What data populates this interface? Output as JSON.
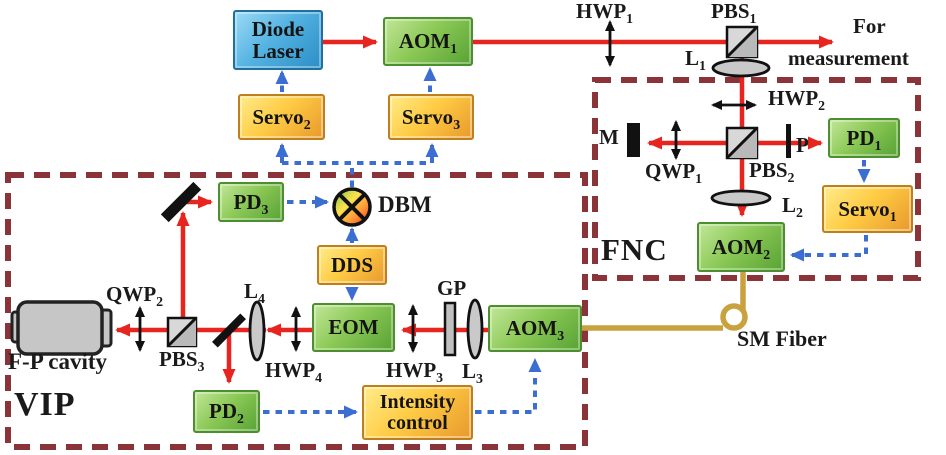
{
  "sections": {
    "vip_label": "VIP",
    "fnc_label": "FNC"
  },
  "components": {
    "diode_laser": {
      "line1": "Diode",
      "line2": "Laser"
    },
    "aom1": {
      "text": "AOM",
      "sub": "1"
    },
    "aom2": {
      "text": "AOM",
      "sub": "2"
    },
    "aom3": {
      "text": "AOM",
      "sub": "3"
    },
    "servo1": {
      "text": "Servo",
      "sub": "1"
    },
    "servo2": {
      "text": "Servo",
      "sub": "2"
    },
    "servo3": {
      "text": "Servo",
      "sub": "3"
    },
    "pd1": {
      "text": "PD",
      "sub": "1"
    },
    "pd2": {
      "text": "PD",
      "sub": "2"
    },
    "pd3": {
      "text": "PD",
      "sub": "3"
    },
    "eom": {
      "text": "EOM"
    },
    "dds": {
      "text": "DDS"
    },
    "intensity_control": {
      "line1": "Intensity",
      "line2": "control"
    }
  },
  "labels": {
    "hwp1": {
      "text": "HWP",
      "sub": "1"
    },
    "hwp2": {
      "text": "HWP",
      "sub": "2"
    },
    "hwp3": {
      "text": "HWP",
      "sub": "3"
    },
    "hwp4": {
      "text": "HWP",
      "sub": "4"
    },
    "qwp1": {
      "text": "QWP",
      "sub": "1"
    },
    "qwp2": {
      "text": "QWP",
      "sub": "2"
    },
    "pbs1": {
      "text": "PBS",
      "sub": "1"
    },
    "pbs2": {
      "text": "PBS",
      "sub": "2"
    },
    "pbs3": {
      "text": "PBS",
      "sub": "3"
    },
    "l1": {
      "text": "L",
      "sub": "1"
    },
    "l2": {
      "text": "L",
      "sub": "2"
    },
    "l3": {
      "text": "L",
      "sub": "3"
    },
    "l4": {
      "text": "L",
      "sub": "4"
    },
    "mirror_m": "M",
    "polarizer_p": "P",
    "gp": "GP",
    "dbm": "DBM",
    "fp_cavity": "F-P cavity",
    "sm_fiber": "SM Fiber",
    "for_measurement": {
      "line1": "For",
      "line2": "measurement"
    }
  },
  "colors": {
    "beam_red": "#e8241f",
    "signal_blue": "#3c6ed2",
    "section_border": "#8a3338",
    "fiber_gold": "#c9a23f",
    "box_green": "#8cc957",
    "box_yellow": "#ffcc45",
    "box_blue": "#55b3e2"
  }
}
